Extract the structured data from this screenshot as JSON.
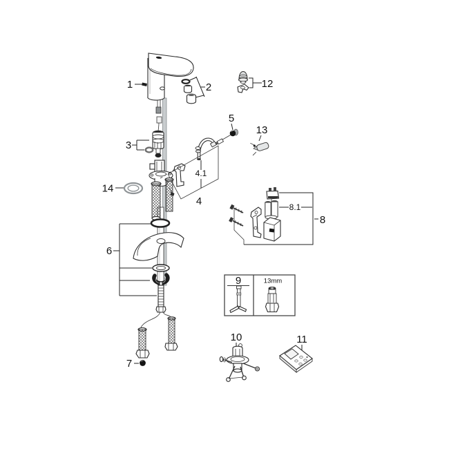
{
  "diagram": {
    "kind": "exploded parts diagram",
    "colors": {
      "background": "#ffffff",
      "line": "#222222",
      "label_text": "#111111",
      "light_gray": "#c9cdcf",
      "dark": "#1c1c1c"
    },
    "labels": {
      "part1": "1",
      "part2": "2",
      "part3": "3",
      "part4": "4",
      "part4_1": "4.1",
      "part5": "5",
      "part6": "6",
      "part7": "7",
      "part8": "8",
      "part8_1": "8.1",
      "part9": "9",
      "part10": "10",
      "part11": "11",
      "part12": "12",
      "part13": "13",
      "part14": "14",
      "tool_size": "13mm"
    }
  }
}
